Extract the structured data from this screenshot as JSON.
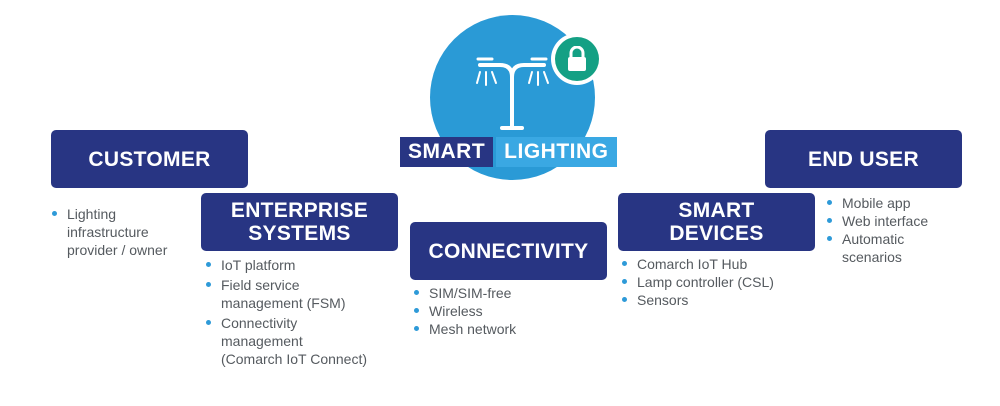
{
  "logo": {
    "icon": "street-lamp-icon",
    "badge_icon": "lock-icon",
    "title_part1": "SMART",
    "title_part2": "LIGHTING",
    "colors": {
      "circle": "#2a9ad6",
      "badge": "#14a084",
      "title_dark": "#283583",
      "title_light": "#3aa8e3"
    }
  },
  "colors": {
    "box": "#283583",
    "bullet": "#2e9ad8",
    "text": "#555a5f"
  },
  "columns": [
    {
      "title": "CUSTOMER",
      "items": [
        "Lighting\ninfrastructure\nprovider / owner"
      ]
    },
    {
      "title": "ENTERPRISE\nSYSTEMS",
      "items": [
        "IoT platform",
        "Field  service\nmanagement (FSM)",
        "Connectivity\nmanagement\n(Comarch IoT Connect)"
      ]
    },
    {
      "title": "CONNECTIVITY",
      "items": [
        "SIM/SIM-free",
        "Wireless",
        "Mesh network"
      ]
    },
    {
      "title": "SMART\nDEVICES",
      "items": [
        "Comarch IoT Hub",
        "Lamp controller (CSL)",
        "Sensors"
      ]
    },
    {
      "title": "END USER",
      "items": [
        "Mobile app",
        "Web interface",
        "Automatic\nscenarios"
      ]
    }
  ]
}
